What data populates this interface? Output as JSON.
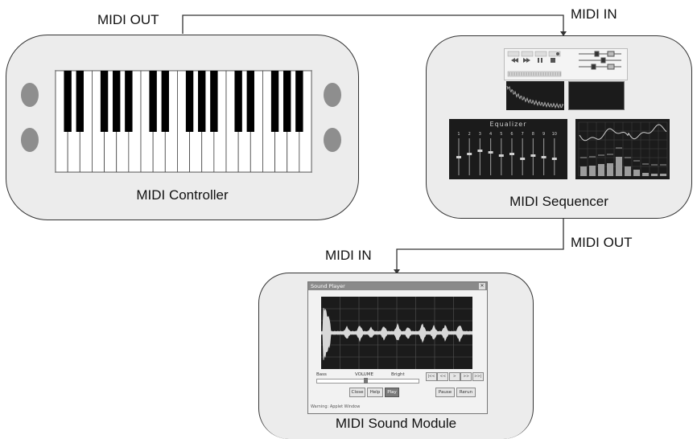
{
  "connections": {
    "controller_out_label": "MIDI OUT",
    "sequencer_in_label": "MIDI IN",
    "sequencer_out_label": "MIDI OUT",
    "module_in_label": "MIDI IN"
  },
  "devices": {
    "controller": {
      "name": "MIDI Controller"
    },
    "sequencer": {
      "name": "MIDI Sequencer",
      "equalizer_title": "Equalizer",
      "eq_band_numbers": [
        "1",
        "2",
        "3",
        "4",
        "5",
        "6",
        "7",
        "8",
        "9",
        "10"
      ]
    },
    "sound_module": {
      "name": "MIDI Sound Module",
      "window_title": "Sound Player",
      "close_glyph": "✕",
      "balance_left": "Bass",
      "volume_label": "VOLUME",
      "balance_right": "Bright",
      "buttons": {
        "close": "Close",
        "help": "Help",
        "play": "Play",
        "pause": "Pause",
        "rerun": "Rerun"
      },
      "transport": [
        "|<<",
        "<<",
        ">",
        ">>",
        ">>|"
      ],
      "status_text": "Warning: Applet Window"
    }
  },
  "colors": {
    "device_fill": "#ececec",
    "outline": "#333333",
    "knob": "#8e8e8e",
    "dark_panel": "#1b1b1b"
  }
}
